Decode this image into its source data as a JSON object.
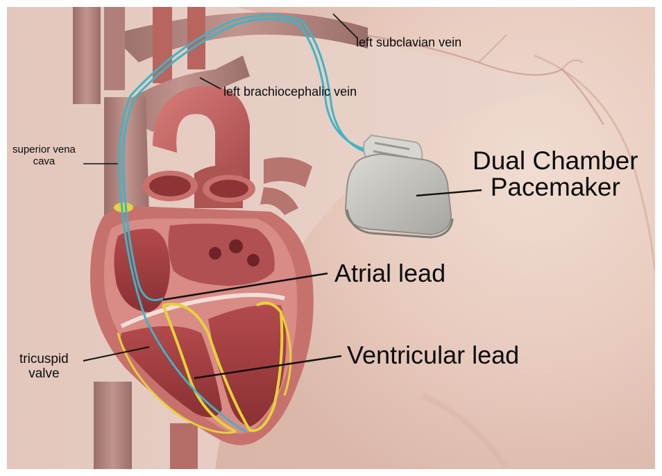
{
  "labels": {
    "left_subclavian_vein": "left subclavian vein",
    "left_brachiocephalic_vein": "left brachiocephalic vein",
    "superior_vena_cava_line1": "superior vena",
    "superior_vena_cava_line2": "cava",
    "dual_chamber_line1": "Dual Chamber",
    "dual_chamber_line2": "Pacemaker",
    "atrial_lead": "Atrial lead",
    "ventricular_lead": "Ventricular lead",
    "tricuspid_line1": "tricuspid",
    "tricuspid_line2": "valve"
  },
  "colors": {
    "background_skin": "#ead2c6",
    "vessel": "#b98a84",
    "heart_muscle": "#c06563",
    "heart_chamber": "#9b3c3e",
    "lead_wire": "#3fb4c4",
    "conduction_path": "#e6d23a",
    "pacemaker_case": "#c9c7c0",
    "leader_line": "#111111"
  }
}
